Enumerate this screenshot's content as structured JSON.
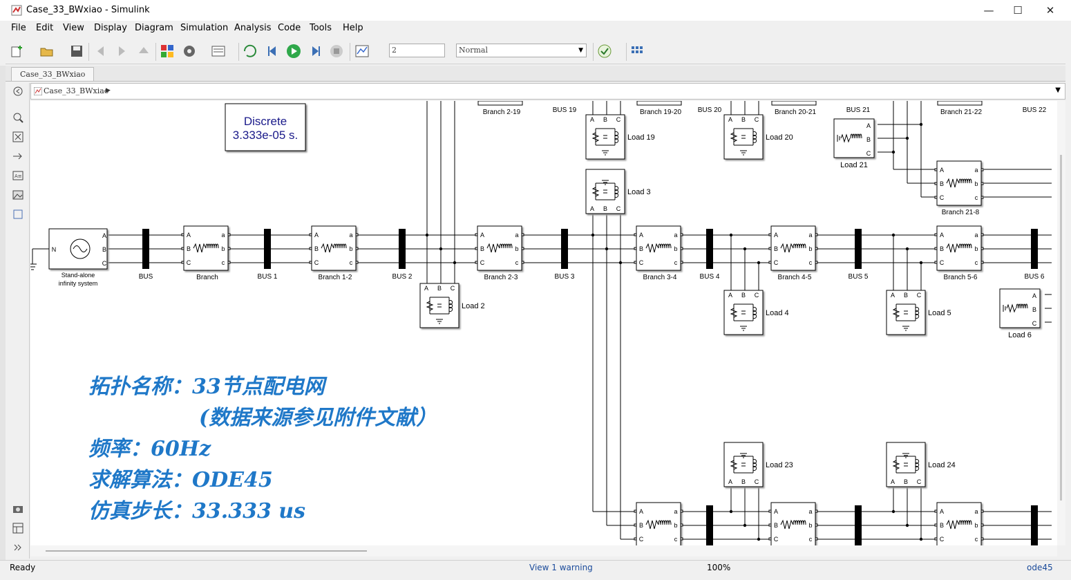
{
  "window": {
    "title": "Case_33_BWxiao - Simulink"
  },
  "menu": [
    "File",
    "Edit",
    "View",
    "Display",
    "Diagram",
    "Simulation",
    "Analysis",
    "Code",
    "Tools",
    "Help"
  ],
  "toolbar": {
    "stop_time": "2",
    "sim_mode": "Normal"
  },
  "tab": {
    "label": "Case_33_BWxiao"
  },
  "address": {
    "path": "Case_33_BWxiao"
  },
  "diagram": {
    "powergui": {
      "line1": "Discrete",
      "line2": "3.333e-05 s."
    },
    "source": {
      "label1": "Stand-alone",
      "label2": "infinity system",
      "neutral": "N"
    },
    "buses": [
      "BUS",
      "BUS 1",
      "BUS 2",
      "BUS 3",
      "BUS 4",
      "BUS 5",
      "BUS 6",
      "BUS 19",
      "BUS 20",
      "BUS 21",
      "BUS 22"
    ],
    "branches": [
      "Branch",
      "Branch 1-2",
      "Branch 2-3",
      "Branch 3-4",
      "Branch 4-5",
      "Branch 5-6",
      "Branch 2-19",
      "Branch 19-20",
      "Branch 20-21",
      "Branch 21-22",
      "Branch 21-8"
    ],
    "loads": [
      "Load 2",
      "Load 3",
      "Load 4",
      "Load 5",
      "Load 6",
      "Load 19",
      "Load 20",
      "Load 21",
      "Load 23",
      "Load 24"
    ],
    "ports": {
      "A": "A",
      "B": "B",
      "C": "C",
      "a": "a",
      "b": "b",
      "c": "c"
    },
    "notes": [
      "拓扑名称：33节点配电网",
      "(数据来源参见附件文献）",
      "频率：60Hz",
      "求解算法：ODE45",
      "仿真步长：33.333 us"
    ]
  },
  "status": {
    "ready": "Ready",
    "warning": "View 1 warning",
    "zoom": "100%",
    "solver": "ode45"
  }
}
